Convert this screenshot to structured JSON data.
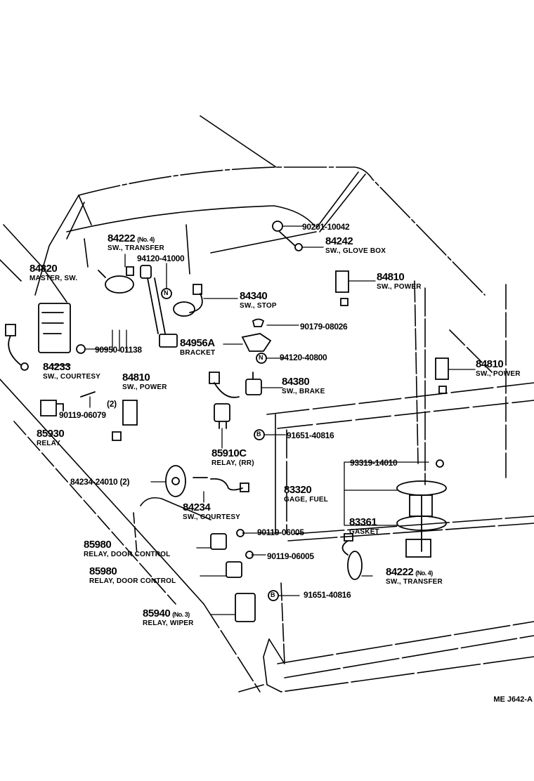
{
  "diagram_ref": "ME J642-A",
  "callouts": [
    {
      "id": "84222-a",
      "part": "84222",
      "sub": "(No. 4)",
      "desc": "SW., TRANSFER"
    },
    {
      "id": "84820",
      "part": "84820",
      "desc": "MASTER, SW."
    },
    {
      "id": "94120-41000",
      "part": "94120-41000"
    },
    {
      "id": "90201-10042",
      "part": "90201-10042"
    },
    {
      "id": "84242",
      "part": "84242",
      "desc": "SW., GLOVE BOX"
    },
    {
      "id": "84810-a",
      "part": "84810",
      "desc": "SW., POWER"
    },
    {
      "id": "84340",
      "part": "84340",
      "desc": "SW., STOP"
    },
    {
      "id": "90179-08026",
      "part": "90179-08026"
    },
    {
      "id": "84956A",
      "part": "84956A",
      "desc": "BRACKET"
    },
    {
      "id": "94120-40800",
      "part": "94120-40800"
    },
    {
      "id": "90950-01138",
      "part": "90950-01138"
    },
    {
      "id": "84810-b",
      "part": "84810",
      "desc": "SW., POWER"
    },
    {
      "id": "84810-c",
      "part": "84810",
      "desc": "SW., POWER"
    },
    {
      "id": "84233",
      "part": "84233",
      "desc": "SW., COURTESY"
    },
    {
      "id": "qty-2",
      "part": "(2)"
    },
    {
      "id": "90119-06079",
      "part": "90119-06079"
    },
    {
      "id": "85930",
      "part": "85930",
      "desc": "RELAY"
    },
    {
      "id": "84380",
      "part": "84380",
      "desc": "SW., BRAKE"
    },
    {
      "id": "91651-40816-a",
      "part": "91651-40816"
    },
    {
      "id": "85910C",
      "part": "85910C",
      "desc": "RELAY, (RR)"
    },
    {
      "id": "84234-24010",
      "part": "84234-24010 (2)"
    },
    {
      "id": "84234",
      "part": "84234",
      "desc": "SW., COURTESY"
    },
    {
      "id": "93319-14010",
      "part": "93319-14010"
    },
    {
      "id": "83320",
      "part": "83320",
      "desc": "GAGE, FUEL"
    },
    {
      "id": "83361",
      "part": "83361",
      "desc": "GASKET"
    },
    {
      "id": "90119-06005-a",
      "part": "90119-06005"
    },
    {
      "id": "90119-06005-b",
      "part": "90119-06005"
    },
    {
      "id": "85980-a",
      "part": "85980",
      "desc": "RELAY, DOOR CONTROL"
    },
    {
      "id": "85980-b",
      "part": "85980",
      "desc": "RELAY, DOOR CONTROL"
    },
    {
      "id": "84222-b",
      "part": "84222",
      "sub": "(No. 4)",
      "desc": "SW., TRANSFER"
    },
    {
      "id": "91651-40816-b",
      "part": "91651-40816"
    },
    {
      "id": "85940",
      "part": "85940",
      "sub": "(No. 3)",
      "desc": "RELAY, WIPER"
    }
  ],
  "symbols": {
    "nut": "N",
    "bolt": "B"
  }
}
